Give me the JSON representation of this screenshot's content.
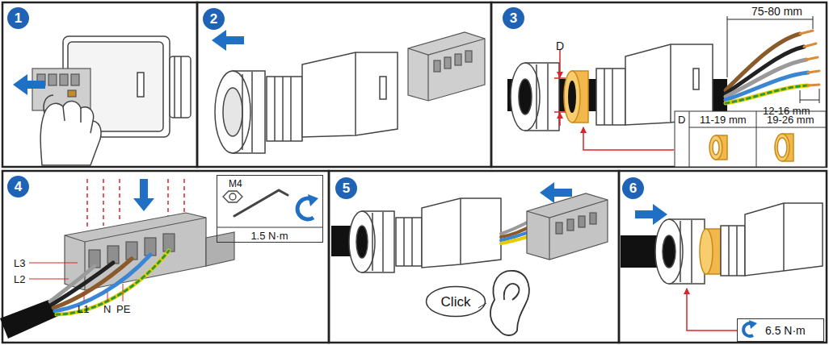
{
  "diagram": {
    "nodes": [
      {
        "text": [
          "1"
        ]
      },
      {
        "text": [
          "2"
        ]
      },
      {
        "text": [
          "3"
        ]
      },
      {
        "text": [
          "4"
        ]
      },
      {
        "text": [
          "M4",
          "1.5 N·m"
        ]
      },
      {
        "text": [
          "5"
        ]
      },
      {
        "text": [
          "Click"
        ]
      },
      {
        "text": [
          "6"
        ]
      },
      {
        "text": [
          "6.5 N·m"
        ]
      }
    ],
    "labels": [
      "D",
      "75-80 mm",
      "12-16 mm",
      "D",
      "11-19 mm",
      "19-26 mm",
      "L3",
      "L2",
      "L1",
      "N",
      "PE"
    ]
  }
}
